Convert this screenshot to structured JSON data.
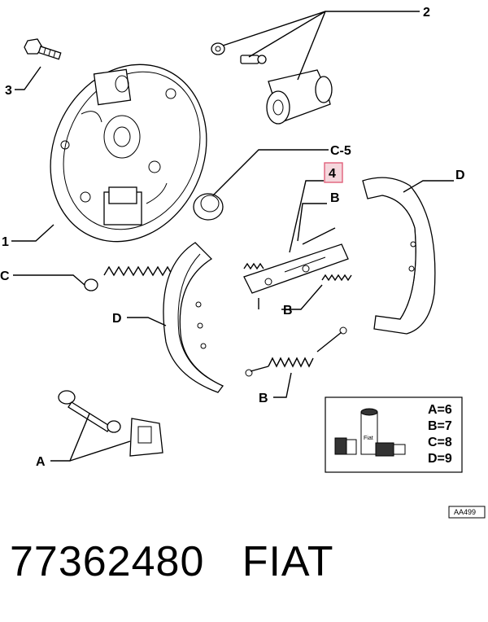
{
  "labels": {
    "l1": "1",
    "l2": "2",
    "l3": "3",
    "l4": "4",
    "lc": "C",
    "lc5": "C-5",
    "la": "A",
    "ld_left": "D",
    "ld_right": "D",
    "lb_top": "B",
    "lb_mid": "B",
    "lb_bot": "B"
  },
  "legend": [
    "A=6",
    "B=7",
    "C=8",
    "D=9"
  ],
  "box_brand": "Fiat",
  "drawing_code": "AA499",
  "part_number": "77362480",
  "brand": "FIAT",
  "colors": {
    "highlight_box": "#e0607a",
    "line": "#000000"
  }
}
